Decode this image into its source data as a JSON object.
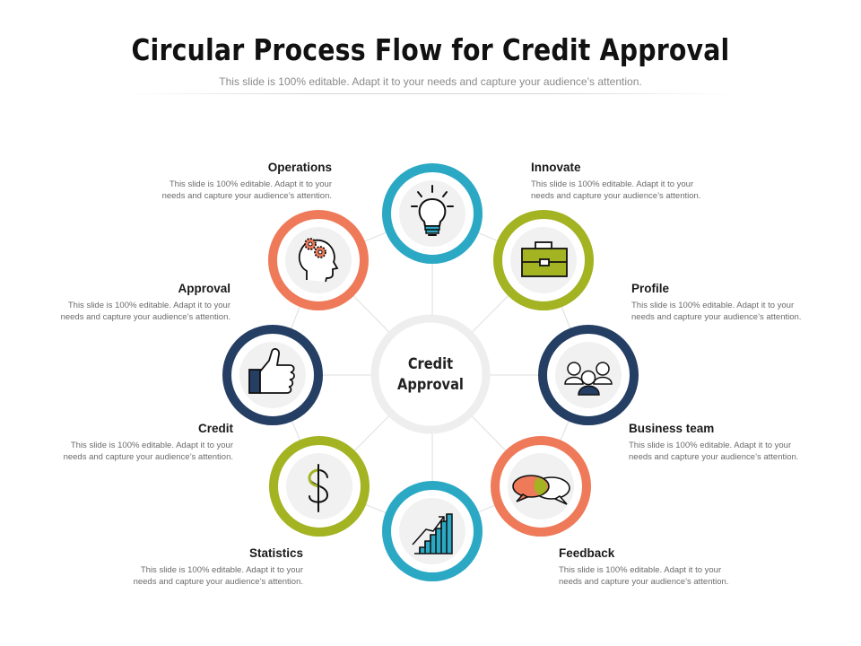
{
  "header": {
    "title": "Circular Process Flow for Credit Approval",
    "subtitle": "This slide is 100% editable. Adapt it to your needs and capture your audience’s attention."
  },
  "center": {
    "line1": "Credit",
    "line2": "Approval"
  },
  "colors": {
    "teal": "#2BA9C4",
    "olive": "#A3B321",
    "navy": "#253E63",
    "coral": "#EE7A5A",
    "ring_gray": "#EEEEEE"
  },
  "items": {
    "operations": {
      "title": "Operations",
      "desc1": "This slide is 100% editable. Adapt it to your",
      "desc2": "needs and capture your audience’s attention.",
      "icon": "gears-head-icon"
    },
    "innovate": {
      "title": "Innovate",
      "desc1": "This slide is 100% editable. Adapt it to your",
      "desc2": "needs and capture your audience’s attention.",
      "icon": "lightbulb-icon"
    },
    "profile": {
      "title": "Profile",
      "desc1": "This slide is 100% editable. Adapt it to your",
      "desc2": "needs and capture your audience’s attention.",
      "icon": "briefcase-icon"
    },
    "business_team": {
      "title": "Business team",
      "desc1": "This slide is 100% editable. Adapt it to your",
      "desc2": "needs and capture your audience’s attention.",
      "icon": "team-icon"
    },
    "feedback": {
      "title": "Feedback",
      "desc1": "This slide is 100% editable. Adapt it to your",
      "desc2": "needs and capture your audience’s attention.",
      "icon": "speech-bubbles-icon"
    },
    "statistics": {
      "title": "Statistics",
      "desc1": "This slide is 100% editable. Adapt it to your",
      "desc2": "needs and capture your audience’s attention.",
      "icon": "growth-chart-icon"
    },
    "credit": {
      "title": "Credit",
      "desc1": "This slide is 100% editable. Adapt it to your",
      "desc2": "needs and capture your audience’s attention.",
      "icon": "dollar-icon"
    },
    "approval": {
      "title": "Approval",
      "desc1": "This slide is 100% editable. Adapt it to your",
      "desc2": "needs and capture your audience’s attention.",
      "icon": "thumbs-up-icon"
    }
  }
}
